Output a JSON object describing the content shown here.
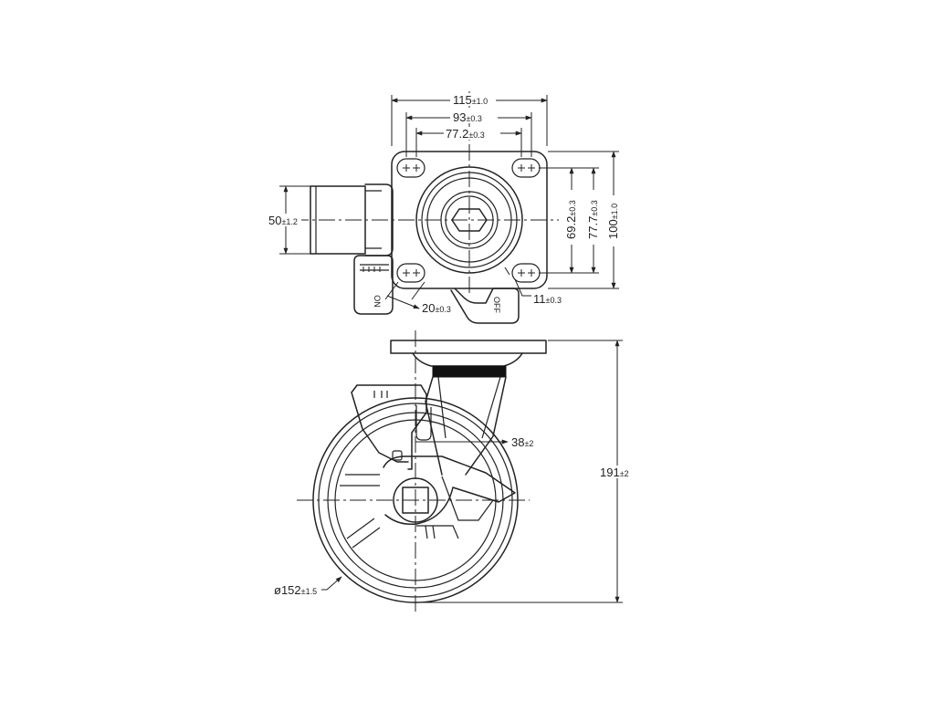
{
  "dimensions": {
    "plate_width": {
      "value": "115",
      "tol": "±1.0"
    },
    "hole_spacing_x_outer": {
      "value": "93",
      "tol": "±0.3"
    },
    "hole_spacing_x_inner": {
      "value": "77.2",
      "tol": "±0.3"
    },
    "brake_width": {
      "value": "50",
      "tol": "±1.2"
    },
    "hole_spacing_y_inner": {
      "value": "69.2",
      "tol": "±0.3"
    },
    "hole_spacing_y_outer": {
      "value": "77.7",
      "tol": "±0.3"
    },
    "plate_depth": {
      "value": "100",
      "tol": "±1.0"
    },
    "slot_length": {
      "value": "20",
      "tol": "±0.3"
    },
    "hole_diameter": {
      "value": "11",
      "tol": "±0.3"
    },
    "wheel_width": {
      "value": "38",
      "tol": "±2"
    },
    "overall_height": {
      "value": "191",
      "tol": "±2"
    },
    "wheel_diameter": {
      "value": "ø152",
      "tol": "±1.5"
    }
  },
  "labels": {
    "brake_on": "ON",
    "brake_off": "OFF"
  }
}
